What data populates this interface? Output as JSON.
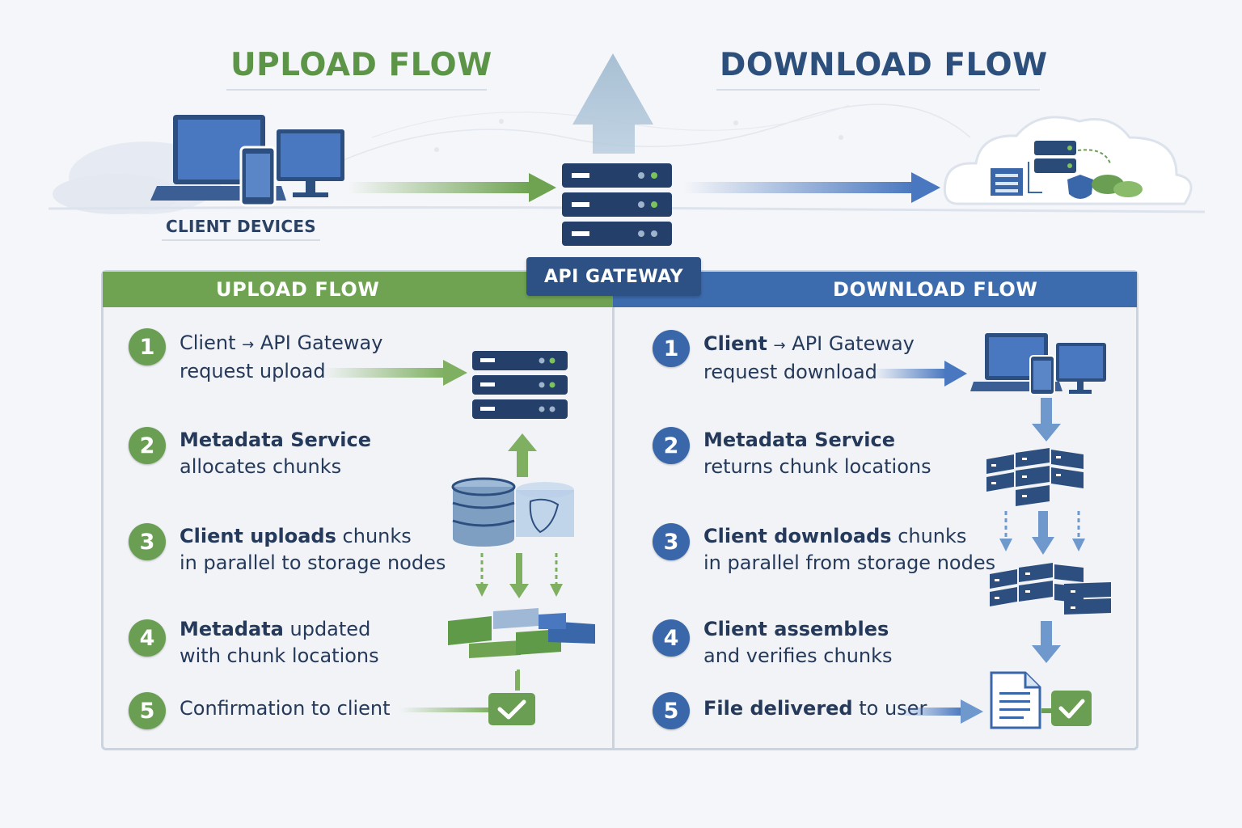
{
  "header": {
    "upload_title": "UPLOAD FLOW",
    "download_title": "DOWNLOAD FLOW",
    "client_devices_label": "CLIENT DEVICES",
    "gateway_label": "API GATEWAY"
  },
  "panel": {
    "upload_heading": "UPLOAD FLOW",
    "download_heading": "DOWNLOAD FLOW"
  },
  "upload_steps": [
    {
      "number": "1",
      "bold": "Client",
      "arrow": "→",
      "line1_rest": " API Gateway",
      "line2": "request upload"
    },
    {
      "number": "2",
      "bold": "Metadata Service",
      "line1_rest": "",
      "line2": "allocates chunks"
    },
    {
      "number": "3",
      "bold": "Client uploads",
      "line1_rest": " chunks",
      "line2": "in parallel to storage nodes"
    },
    {
      "number": "4",
      "bold": "Metadata",
      "line1_rest": " updated",
      "line2": "with chunk locations"
    },
    {
      "number": "5",
      "bold": "",
      "line1_rest": "Confirmation to client",
      "line2": ""
    }
  ],
  "download_steps": [
    {
      "number": "1",
      "bold": "Client",
      "arrow": "→",
      "line1_rest": " API Gateway",
      "line2": "request download"
    },
    {
      "number": "2",
      "bold": "Metadata Service",
      "line1_rest": "",
      "line2": "returns chunk locations"
    },
    {
      "number": "3",
      "bold": "Client downloads",
      "line1_rest": " chunks",
      "line2": "in parallel from storage nodes"
    },
    {
      "number": "4",
      "bold": "Client assembles",
      "line1_rest": "",
      "line2": "and verifies chunks"
    },
    {
      "number": "5",
      "bold": "File delivered",
      "line1_rest": " to user",
      "line2": ""
    }
  ],
  "colors": {
    "upload_green": "#6a9f53",
    "download_blue": "#3a67aa",
    "navy": "#2d5184",
    "text": "#25395a"
  },
  "icons": [
    "laptop-icon",
    "tablet-icon",
    "monitor-icon",
    "server-icon",
    "cloud-icon",
    "database-icon",
    "storage-chunks-icon",
    "checkmark-icon",
    "document-icon",
    "shield-icon"
  ]
}
